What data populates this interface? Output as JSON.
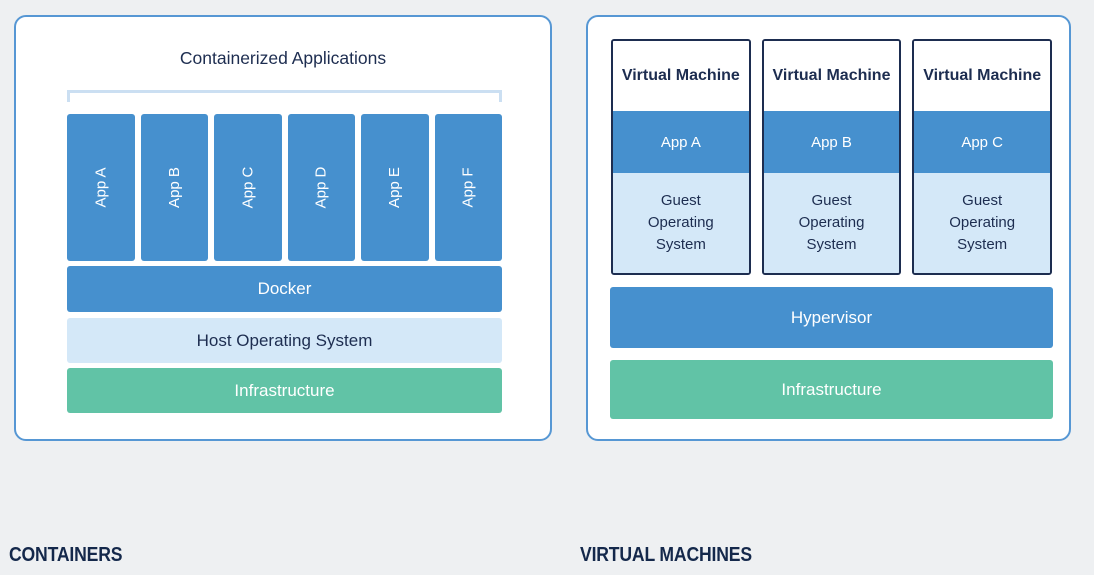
{
  "colors": {
    "page_background": "#eef0f2",
    "panel_border": "#5697d4",
    "blue": "#4690ce",
    "light_blue": "#d4e8f8",
    "green": "#61c3a6",
    "navy": "#1d2d50",
    "bracket": "#cbdff2"
  },
  "containers_panel": {
    "title": "Containerized Applications",
    "apps": [
      "App A",
      "App B",
      "App C",
      "App D",
      "App E",
      "App F"
    ],
    "layers": {
      "docker": "Docker",
      "host_os": "Host Operating System",
      "infrastructure": "Infrastructure"
    }
  },
  "vm_panel": {
    "vms": [
      {
        "title": "Virtual Machine",
        "app": "App A",
        "guest_os": "Guest Operating System"
      },
      {
        "title": "Virtual Machine",
        "app": "App B",
        "guest_os": "Guest Operating System"
      },
      {
        "title": "Virtual Machine",
        "app": "App C",
        "guest_os": "Guest Operating System"
      }
    ],
    "layers": {
      "hypervisor": "Hypervisor",
      "infrastructure": "Infrastructure"
    }
  },
  "footer": {
    "containers_label": "CONTAINERS",
    "vms_label": "VIRTUAL MACHINES"
  }
}
